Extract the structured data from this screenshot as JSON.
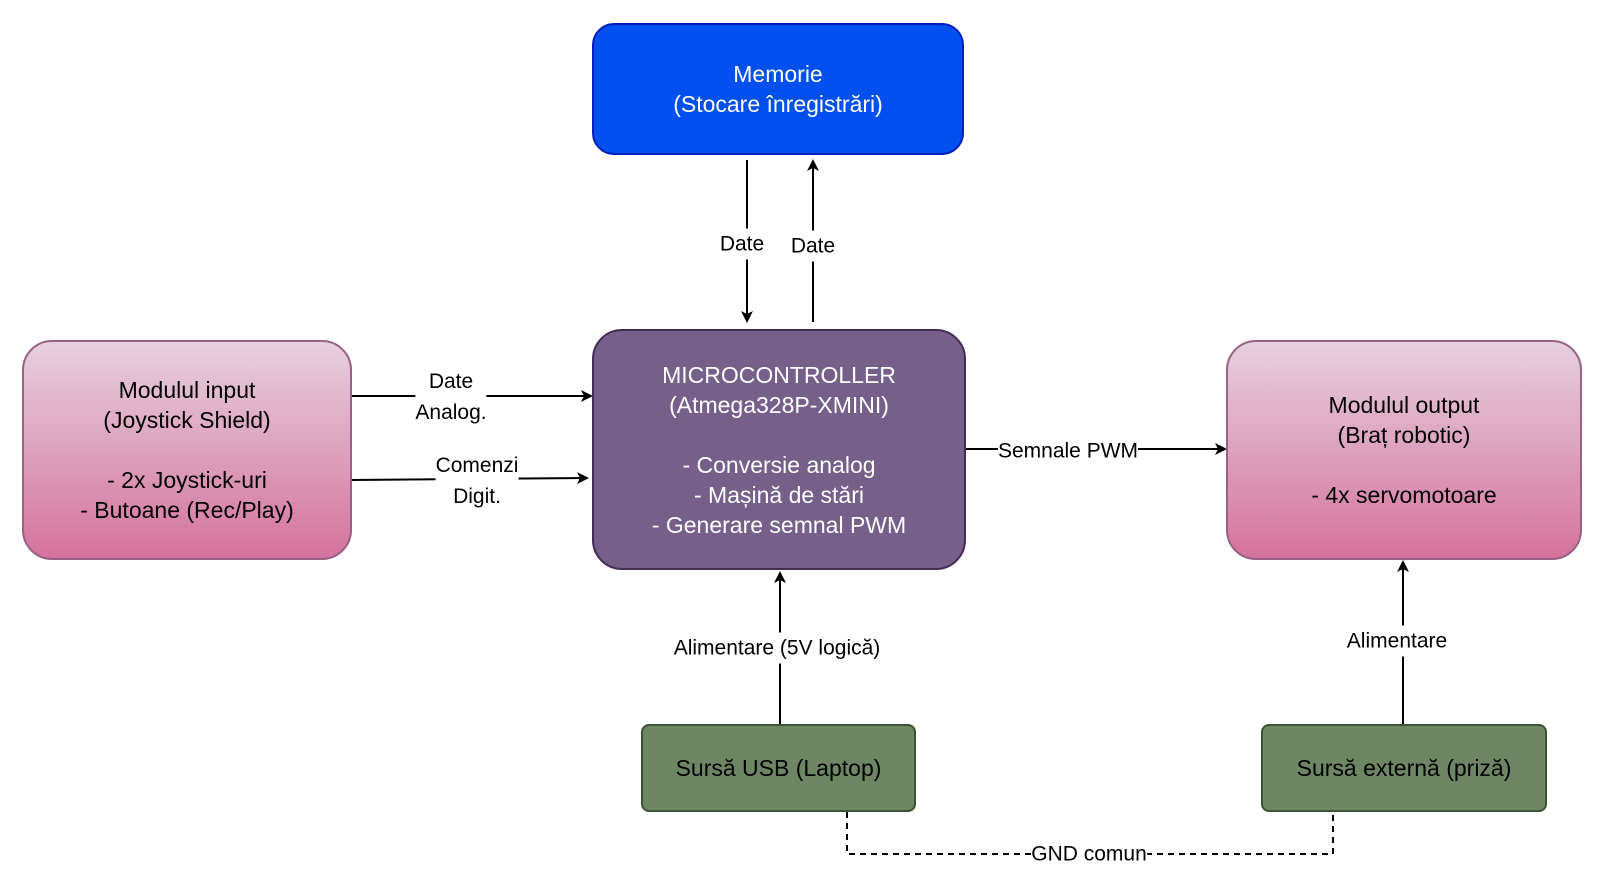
{
  "nodes": {
    "memory": {
      "lines": [
        "Memorie",
        "(Stocare înregistrări)"
      ],
      "fill": "#0050ef"
    },
    "microcontroller": {
      "lines": [
        "MICROCONTROLLER",
        "(Atmega328P-XMINI)",
        "",
        "- Conversie analog",
        "- Mașină de stări",
        "- Generare semnal PWM"
      ],
      "fill": "#76608a"
    },
    "input_module": {
      "lines": [
        "Modulul input",
        "(Joystick Shield)",
        "",
        "- 2x Joystick-uri",
        "- Butoane (Rec/Play)"
      ]
    },
    "output_module": {
      "lines": [
        "Modulul output",
        "(Braț robotic)",
        "",
        "- 4x servomotoare"
      ]
    },
    "usb_source": {
      "lines": [
        "Sursă USB (Laptop)"
      ],
      "fill": "#6d8764"
    },
    "external_source": {
      "lines": [
        "Sursă externă (priză)"
      ],
      "fill": "#6d8764"
    }
  },
  "edges": {
    "mem_to_mcu": "Date",
    "mcu_to_mem": "Date",
    "analog": "Date\nAnalog.",
    "digital": "Comenzi\nDigit.",
    "pwm": "Semnale PWM",
    "usb_power": "Alimentare (5V logică)",
    "ext_power": "Alimentare",
    "gnd": "GND comun"
  }
}
